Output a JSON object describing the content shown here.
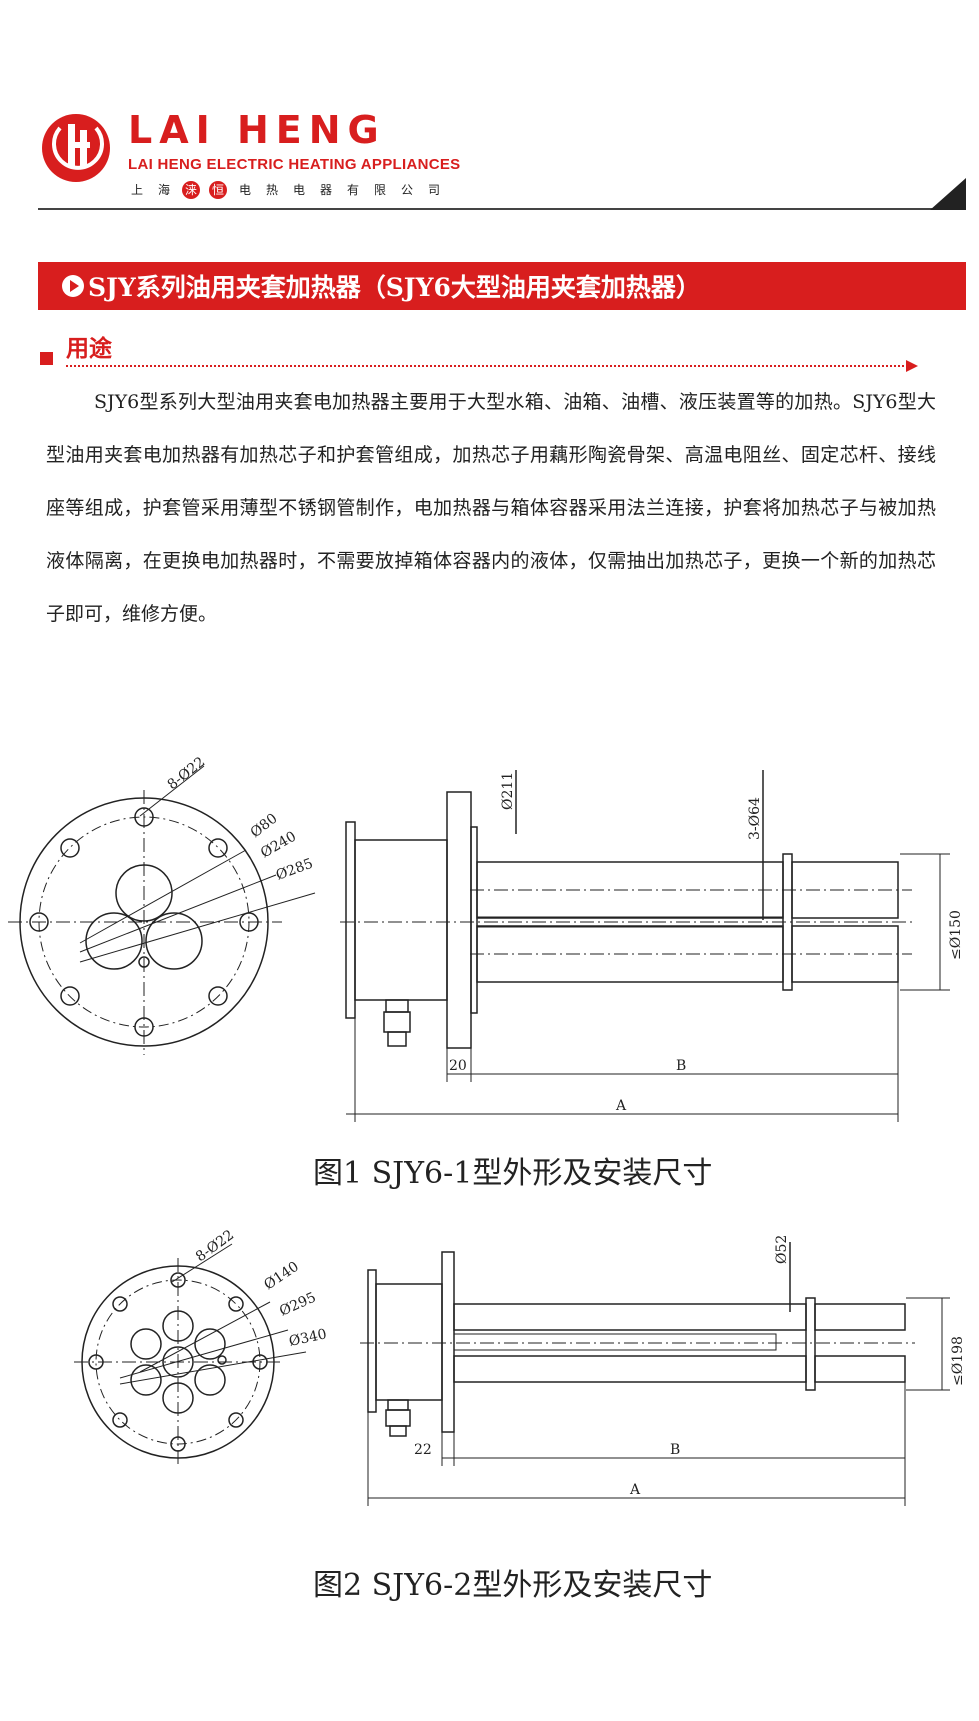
{
  "header": {
    "brand_name": "LAI HENG",
    "brand_subtitle": "LAI HENG ELECTRIC HEATING APPLIANCES",
    "company_chars": [
      "上",
      "海",
      "涞",
      "恒",
      "电",
      "热",
      "电",
      "器",
      "有",
      "限",
      "公",
      "司"
    ],
    "highlight_color": "#d81e1e"
  },
  "title_bar": {
    "text": "SJY系列油用夹套加热器（SJY6大型油用夹套加热器）"
  },
  "section": {
    "title": "用途",
    "paragraph": "SJY6型系列大型油用夹套电加热器主要用于大型水箱、油箱、油槽、液压装置等的加热。SJY6型大型油用夹套电加热器有加热芯子和护套管组成，加热芯子用藕形陶瓷骨架、高温电阻丝、固定芯杆、接线座等组成，护套管采用薄型不锈钢管制作，电加热器与箱体容器采用法兰连接，护套将加热芯子与被加热液体隔离，在更换电加热器时，不需要放掉箱体容器内的液体，仅需抽出加热芯子，更换一个新的加热芯子即可，维修方便。"
  },
  "figure1": {
    "caption": "图1 SJY6-1型外形及安装尺寸",
    "dim_bolts": "8-Ø22",
    "dim_inner": "Ø80",
    "dim_pcd": "Ø240",
    "dim_outer": "Ø285",
    "dim_211": "Ø211",
    "dim_tubes": "3-Ø64",
    "dim_150": "≤Ø150",
    "dim_20": "20",
    "dim_B": "B",
    "dim_A": "A"
  },
  "figure2": {
    "caption": "图2 SJY6-2型外形及安装尺寸",
    "dim_bolts": "8-Ø22",
    "dim_inner": "Ø140",
    "dim_pcd": "Ø295",
    "dim_outer": "Ø340",
    "dim_52": "Ø52",
    "dim_198": "≤Ø198",
    "dim_22": "22",
    "dim_B": "B",
    "dim_A": "A"
  }
}
